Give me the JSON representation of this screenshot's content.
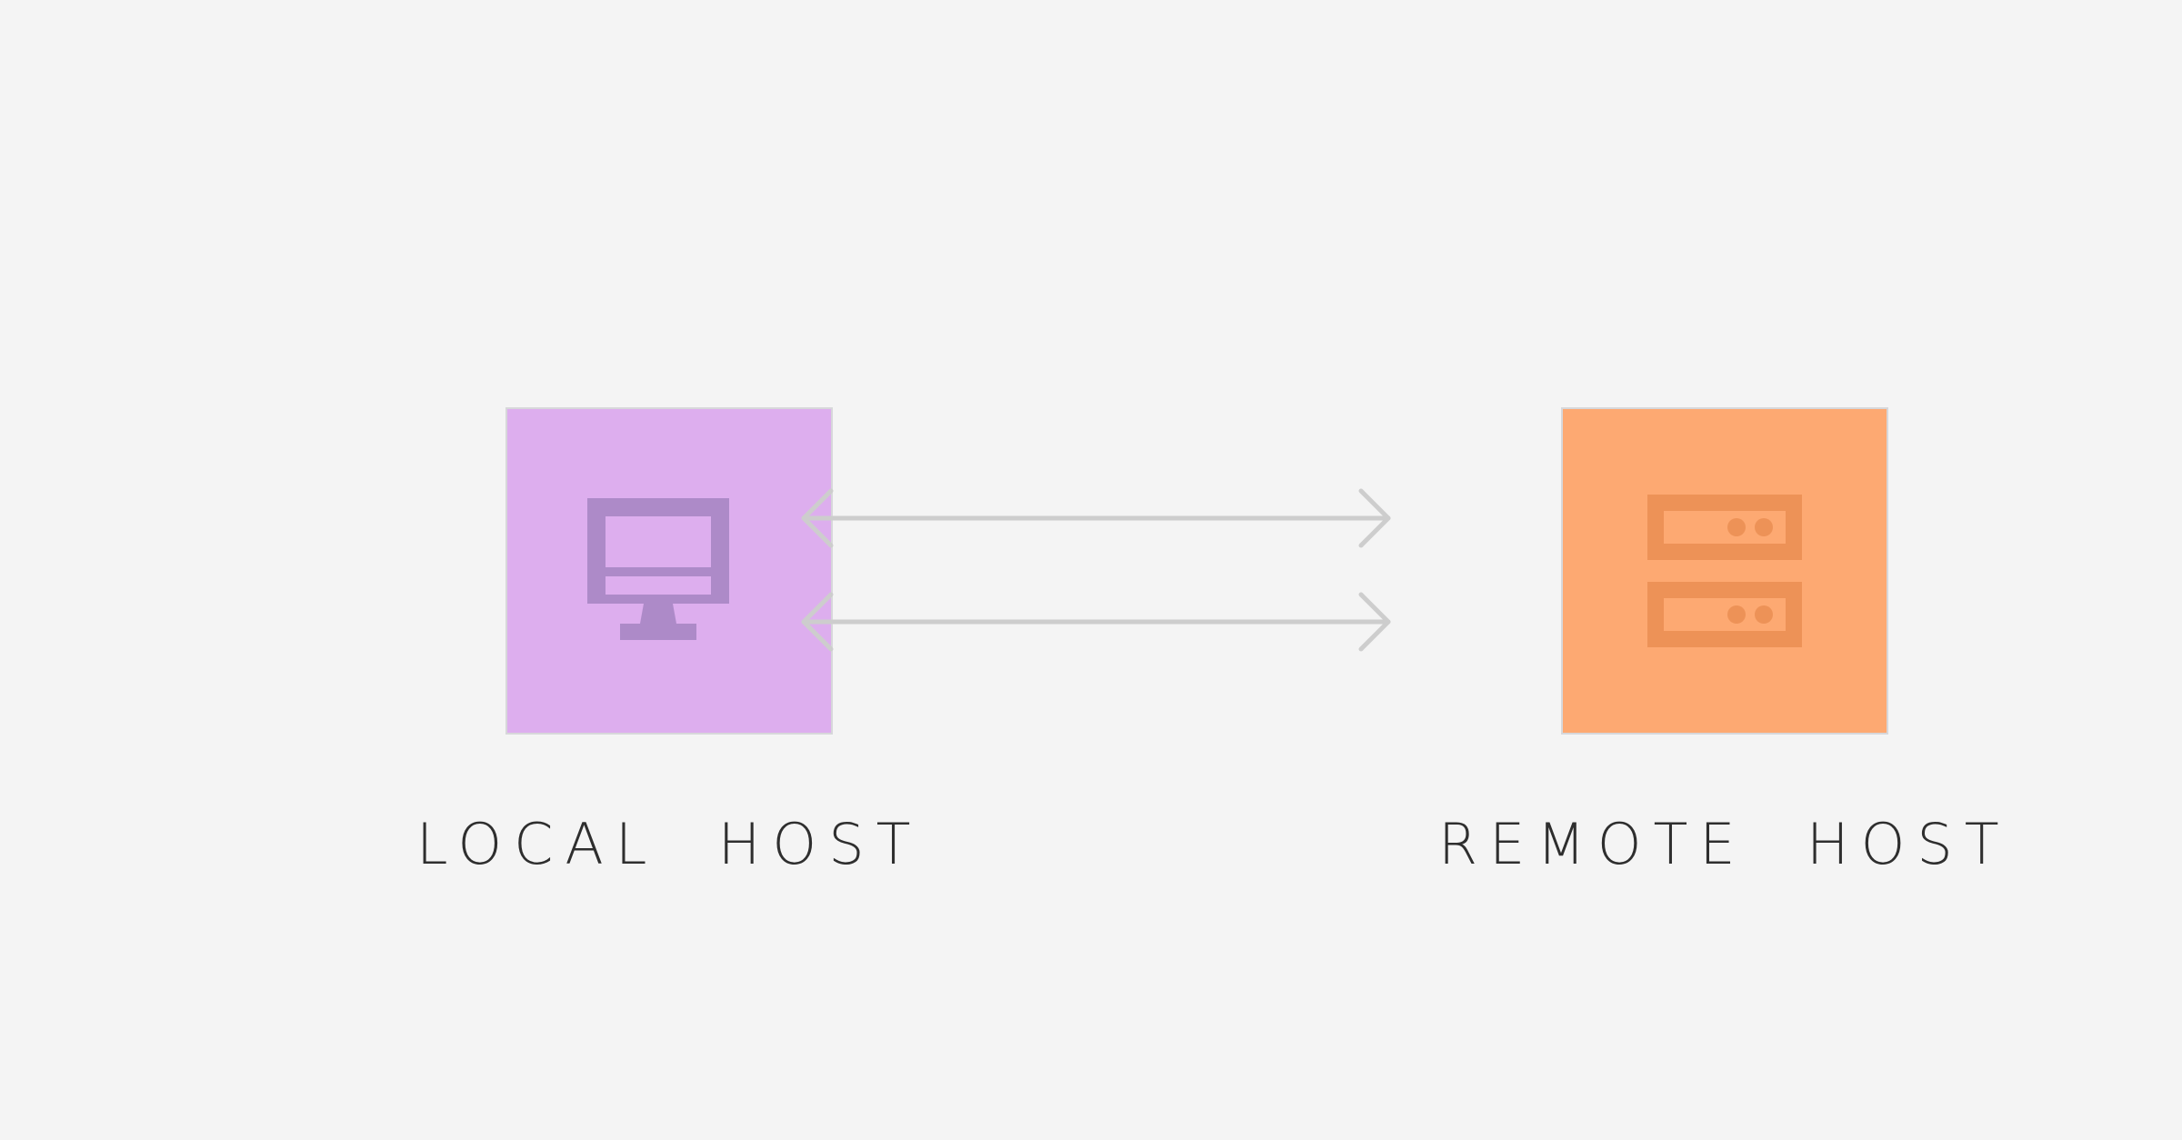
{
  "diagram": {
    "background_color": "#f4f4f4",
    "nodes": [
      {
        "id": "local-host",
        "label": "LOCAL  HOST",
        "icon": "monitor-icon",
        "tile_color": "#ddaeee",
        "icon_color": "#ad8ac8",
        "border_color": "#d7d7da"
      },
      {
        "id": "remote-host",
        "label": "REMOTE  HOST",
        "icon": "server-icon",
        "tile_color": "#fda972",
        "icon_color": "#ed9257",
        "border_color": "#d7d7da"
      }
    ],
    "connectors": [
      {
        "id": "connector-top",
        "from": "local-host",
        "to": "remote-host",
        "direction": "bidirectional",
        "color": "#cdcdcd",
        "style": "solid"
      },
      {
        "id": "connector-bottom",
        "from": "local-host",
        "to": "remote-host",
        "direction": "bidirectional",
        "color": "#cdcdcd",
        "style": "solid"
      }
    ],
    "label_color": "#2e2e2e"
  }
}
